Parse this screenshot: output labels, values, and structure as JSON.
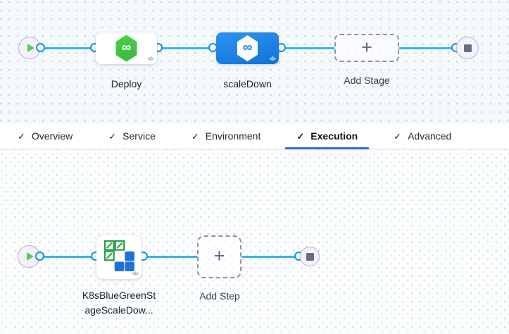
{
  "stage_pipeline": {
    "stages": [
      {
        "label": "Deploy",
        "selected": false
      },
      {
        "label": "scaleDown",
        "selected": true
      }
    ],
    "add_stage": {
      "label": "Add Stage"
    }
  },
  "tabs": [
    {
      "label": "Overview",
      "checked": true,
      "active": false
    },
    {
      "label": "Service",
      "checked": true,
      "active": false
    },
    {
      "label": "Environment",
      "checked": true,
      "active": false
    },
    {
      "label": "Execution",
      "checked": true,
      "active": true
    },
    {
      "label": "Advanced",
      "checked": true,
      "active": false
    }
  ],
  "execution_graph": {
    "steps": [
      {
        "label_line1": "K8sBlueGreenSt",
        "label_line2": "ageScaleDow..."
      }
    ],
    "add_step": {
      "label": "Add Step"
    }
  },
  "icons": {
    "check": "✓",
    "plus": "+",
    "infinity": "∞",
    "code": "</>"
  },
  "colors": {
    "selected_stage_blue": "#1a7ce2",
    "connector_blue": "#38b3ef",
    "deploy_green": "#42c53e",
    "tab_underline_blue": "#2f6bd8",
    "kubernetes_blue": "#1f72d8",
    "kubernetes_green": "#2ba04a"
  }
}
